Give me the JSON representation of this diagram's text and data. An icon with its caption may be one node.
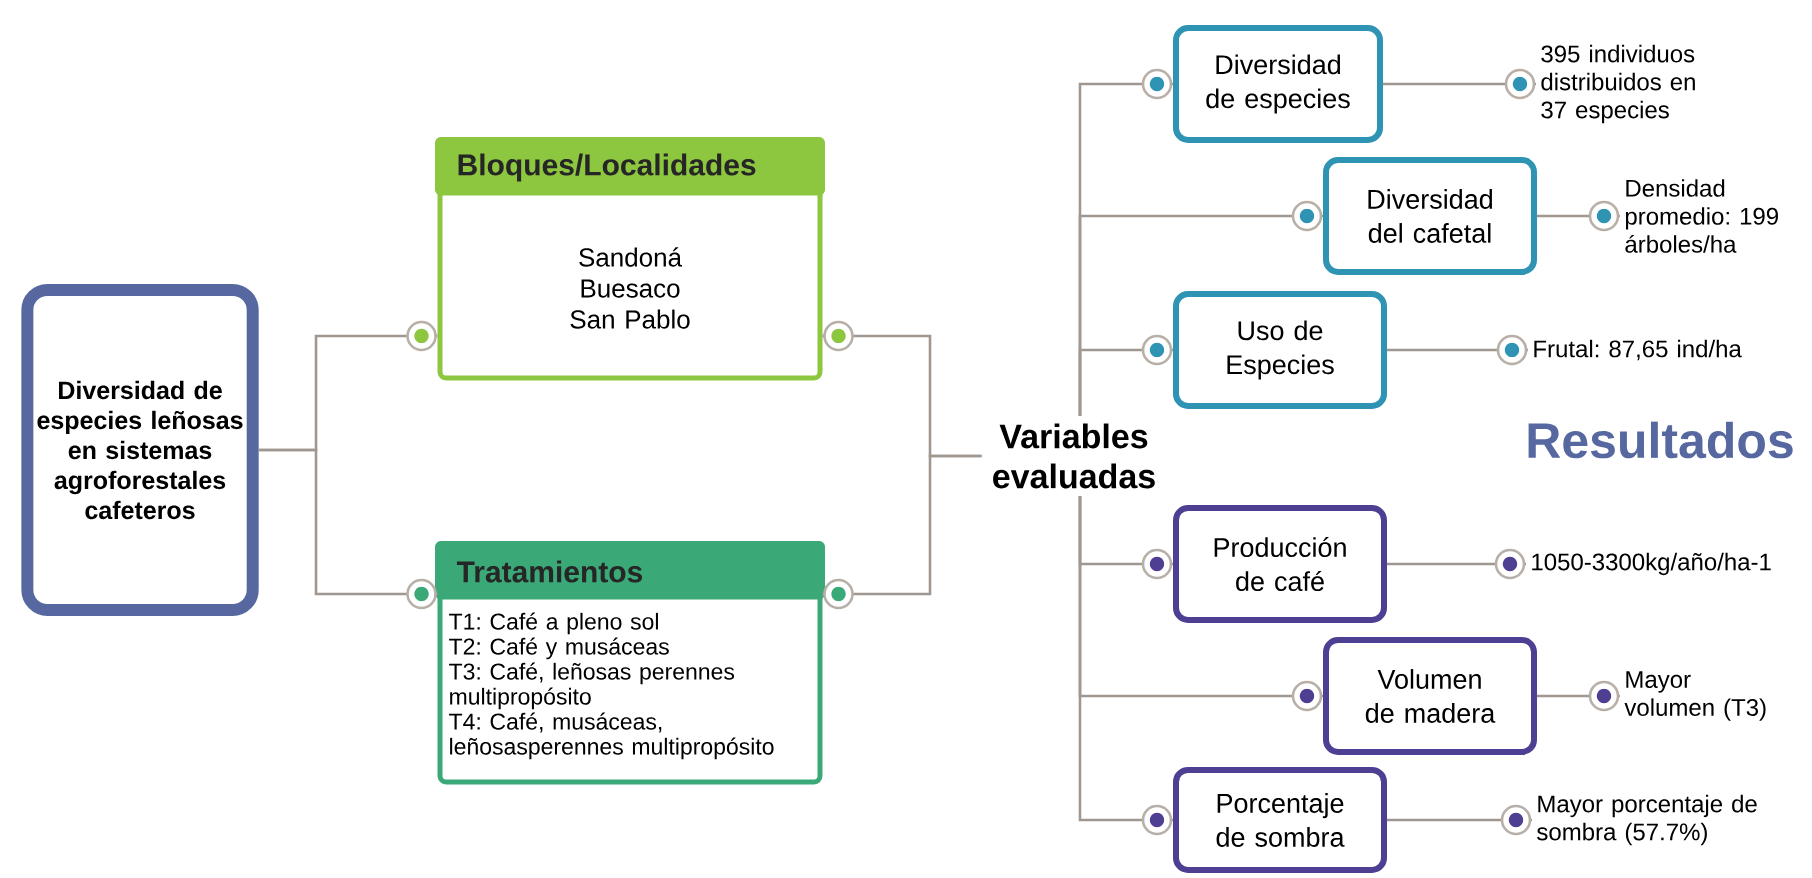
{
  "diagram": {
    "nodes": [
      {
        "text": [
          "Diversidad de especies leñosas en sistemas agroforestales cafeteros"
        ]
      },
      {
        "text": [
          "Bloques/Localidades",
          "Sandoná Buesaco San Pablo"
        ]
      },
      {
        "text": [
          "Tratamientos",
          "T1: Café a pleno sol",
          "T2: Café y musáceas",
          "T3: Café, leñosas perennes multipropósito",
          "T4: Café, musáceas, leñosasperennes multipropósito"
        ]
      },
      {
        "text": [
          "Variables evaluadas"
        ]
      },
      {
        "text": [
          "Diversidad de especies"
        ]
      },
      {
        "text": [
          "Diversidad del cafetal"
        ]
      },
      {
        "text": [
          "Uso de Especies"
        ]
      },
      {
        "text": [
          "Producción de café"
        ]
      },
      {
        "text": [
          "Volumen de madera"
        ]
      },
      {
        "text": [
          "Porcentaje de sombra"
        ]
      },
      {
        "text": [
          "395 individuos distribuidos en 37 especies"
        ]
      },
      {
        "text": [
          "Densidad promedio: 199 árboles/ha"
        ]
      },
      {
        "text": [
          "Frutal: 87,65 ind/ha"
        ]
      },
      {
        "text": [
          "1050-3300kg/año/ha-1"
        ]
      },
      {
        "text": [
          "Mayor volumen (T3)"
        ]
      },
      {
        "text": [
          "Mayor porcentaje de sombra (57.7%)"
        ]
      }
    ],
    "edges": [
      {
        "from": 0,
        "to": 1,
        "arrow": "other"
      },
      {
        "from": 0,
        "to": 2,
        "arrow": "other"
      },
      {
        "from": 3,
        "to": 1,
        "arrow": "other"
      },
      {
        "from": 3,
        "to": 2,
        "arrow": "other"
      },
      {
        "from": 3,
        "to": 4,
        "arrow": "other"
      },
      {
        "from": 3,
        "to": 5,
        "arrow": "other"
      },
      {
        "from": 3,
        "to": 6,
        "arrow": "other"
      },
      {
        "from": 3,
        "to": 7,
        "arrow": "other"
      },
      {
        "from": 3,
        "to": 8,
        "arrow": "other"
      },
      {
        "from": 3,
        "to": 9,
        "arrow": "other"
      },
      {
        "from": 4,
        "to": 10,
        "arrow": "other"
      },
      {
        "from": 5,
        "to": 11,
        "arrow": "other"
      },
      {
        "from": 6,
        "to": 12,
        "arrow": "other"
      },
      {
        "from": 7,
        "to": 13,
        "arrow": "other"
      },
      {
        "from": 8,
        "to": 14,
        "arrow": "other"
      },
      {
        "from": 9,
        "to": 15,
        "arrow": "other"
      }
    ],
    "labels": [
      "Resultados"
    ]
  }
}
